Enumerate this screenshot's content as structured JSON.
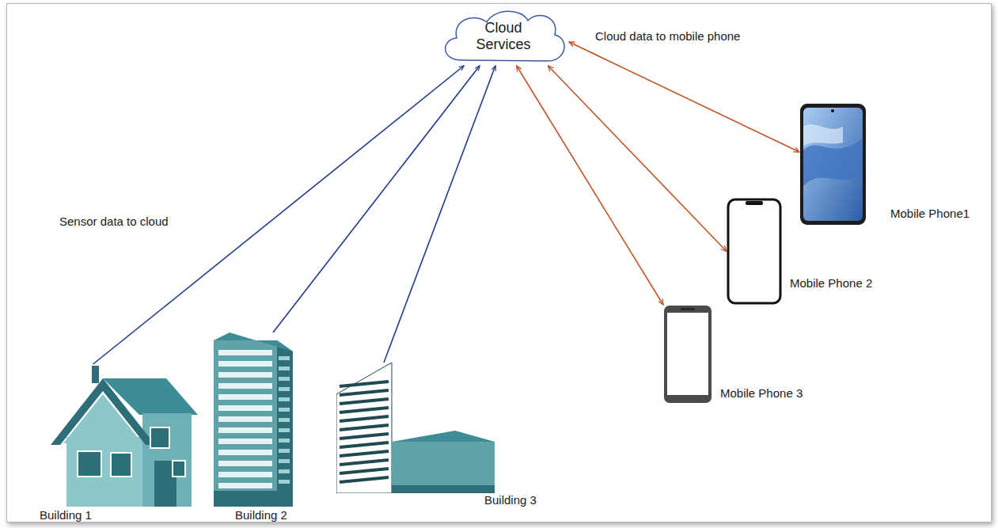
{
  "diagram": {
    "nodes": [
      {
        "text": [
          "Cloud Services"
        ]
      },
      {
        "text": [
          "Building 1"
        ]
      },
      {
        "text": [
          "Building 2"
        ]
      },
      {
        "text": [
          "Building 3"
        ]
      },
      {
        "text": [
          "Mobile Phone1"
        ]
      },
      {
        "text": [
          "Mobile Phone 2"
        ]
      },
      {
        "text": [
          "Mobile Phone 3"
        ]
      }
    ],
    "edges": [
      {
        "from": 1,
        "to": 0,
        "arrow": "to"
      },
      {
        "from": 2,
        "to": 0,
        "arrow": "to"
      },
      {
        "from": 3,
        "to": 0,
        "arrow": "to"
      },
      {
        "from": 0,
        "to": 4,
        "arrow": "both"
      },
      {
        "from": 0,
        "to": 5,
        "arrow": "both"
      },
      {
        "from": 0,
        "to": 6,
        "arrow": "both"
      }
    ],
    "labels": [
      "Sensor data to cloud",
      "Cloud data to mobile phone"
    ]
  }
}
